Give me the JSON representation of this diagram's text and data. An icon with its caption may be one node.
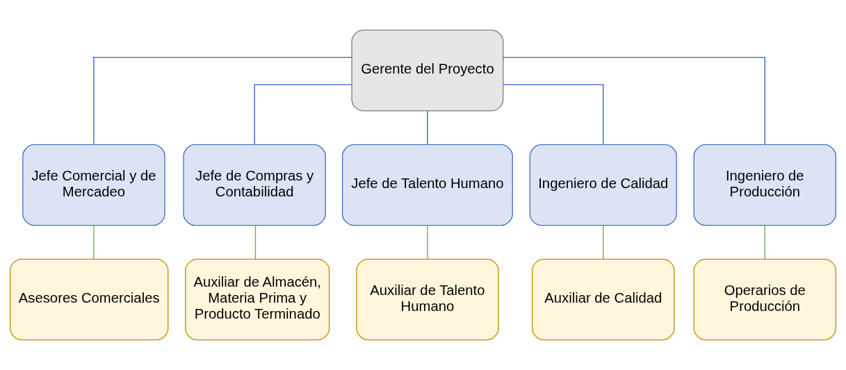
{
  "diagram": {
    "nodes": [
      {
        "text": [
          "Gerente del Proyecto"
        ]
      },
      {
        "text": [
          "Jefe Comercial y de Mercadeo"
        ]
      },
      {
        "text": [
          "Jefe de Compras y Contabilidad"
        ]
      },
      {
        "text": [
          "Jefe de Talento Humano"
        ]
      },
      {
        "text": [
          "Ingeniero de Calidad"
        ]
      },
      {
        "text": [
          "Ingeniero de Producción"
        ]
      },
      {
        "text": [
          "Asesores Comerciales"
        ]
      },
      {
        "text": [
          "Auxiliar de Almacén, Materia Prima y Producto Terminado"
        ]
      },
      {
        "text": [
          "Auxiliar de Talento Humano"
        ]
      },
      {
        "text": [
          "Auxiliar de Calidad"
        ]
      },
      {
        "text": [
          "Operarios de Producción"
        ]
      }
    ],
    "edges": [
      {
        "from": 0,
        "to": 1,
        "arrow": "none",
        "color": "#2f5fbf"
      },
      {
        "from": 0,
        "to": 2,
        "arrow": "none",
        "color": "#2f5fbf"
      },
      {
        "from": 0,
        "to": 3,
        "arrow": "none",
        "color": "#2f5fbf"
      },
      {
        "from": 0,
        "to": 4,
        "arrow": "none",
        "color": "#2f5fbf"
      },
      {
        "from": 0,
        "to": 5,
        "arrow": "none",
        "color": "#2f5fbf"
      },
      {
        "from": 1,
        "to": 6,
        "arrow": "none",
        "color": "#70ad47"
      },
      {
        "from": 2,
        "to": 7,
        "arrow": "none",
        "color": "#70ad47"
      },
      {
        "from": 3,
        "to": 8,
        "arrow": "none",
        "color": "#70ad47"
      },
      {
        "from": 4,
        "to": 9,
        "arrow": "none",
        "color": "#70ad47"
      },
      {
        "from": 5,
        "to": 10,
        "arrow": "none",
        "color": "#70ad47"
      }
    ]
  }
}
